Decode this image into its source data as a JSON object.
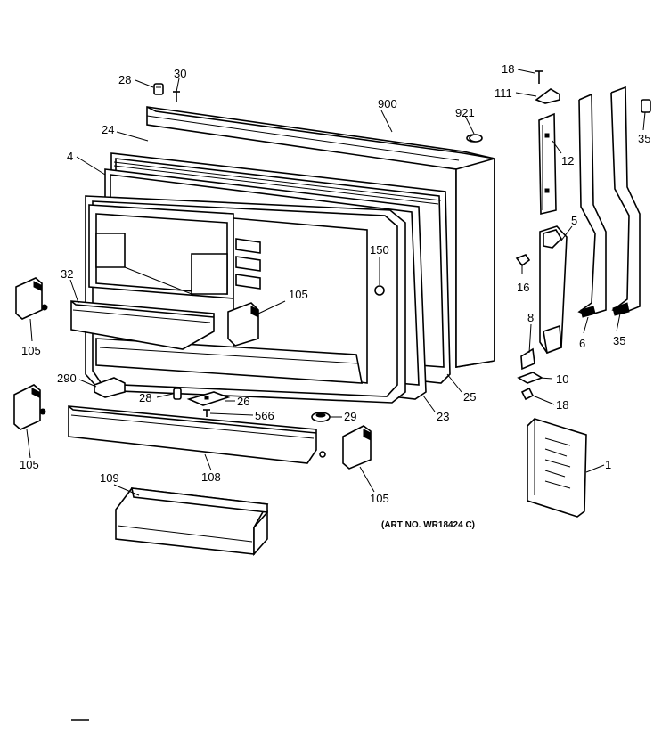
{
  "art_number": "(ART NO. WR18424 C)",
  "callouts": [
    "28",
    "30",
    "24",
    "4",
    "900",
    "921",
    "18",
    "111",
    "12",
    "35",
    "5",
    "150",
    "16",
    "32",
    "105",
    "105",
    "105",
    "105",
    "8",
    "6",
    "35",
    "10",
    "290",
    "28",
    "26",
    "566",
    "29",
    "25",
    "23",
    "18",
    "108",
    "109",
    "1"
  ]
}
